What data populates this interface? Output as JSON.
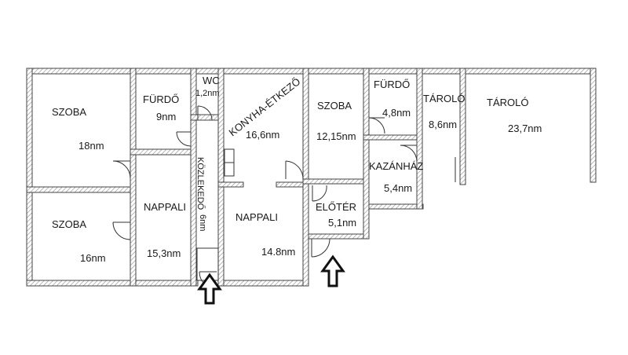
{
  "rooms": [
    {
      "id": "szoba-1",
      "name": "SZOBA",
      "area": "18nm"
    },
    {
      "id": "furdo-1",
      "name": "FÜRDŐ",
      "area": "9nm"
    },
    {
      "id": "wc",
      "name": "WC",
      "area": "1,2nm"
    },
    {
      "id": "konyha",
      "name": "KONYHA-ÉTKEZŐ",
      "area": "16,6nm"
    },
    {
      "id": "szoba-3",
      "name": "SZOBA",
      "area": "12,15nm"
    },
    {
      "id": "furdo-2",
      "name": "FÜRDŐ",
      "area": "4,8nm"
    },
    {
      "id": "tarolo-1",
      "name": "TÁROLÓ",
      "area": "8,6nm"
    },
    {
      "id": "tarolo-2",
      "name": "TÁROLÓ",
      "area": "23,7nm"
    },
    {
      "id": "szoba-2",
      "name": "SZOBA",
      "area": "16nm"
    },
    {
      "id": "nappali-1",
      "name": "NAPPALI",
      "area": "15,3nm"
    },
    {
      "id": "kozlekedo",
      "name": "KÖZLEKEDŐ",
      "area": "6nm"
    },
    {
      "id": "nappali-2",
      "name": "NAPPALI",
      "area": "14.8nm"
    },
    {
      "id": "kazanhaz",
      "name": "KAZÁNHÁZ",
      "area": "5,4nm"
    },
    {
      "id": "eloter",
      "name": "ELŐTÉR",
      "area": "5,1nm"
    }
  ],
  "colors": {
    "wall_outline": "#444444",
    "wall_fill": "#ffffff",
    "hatch": "#9a9a9a",
    "text": "#1a1a1a",
    "arrow": "#111111"
  },
  "entrances": [
    "entrance-arrow-left",
    "entrance-arrow-right"
  ]
}
